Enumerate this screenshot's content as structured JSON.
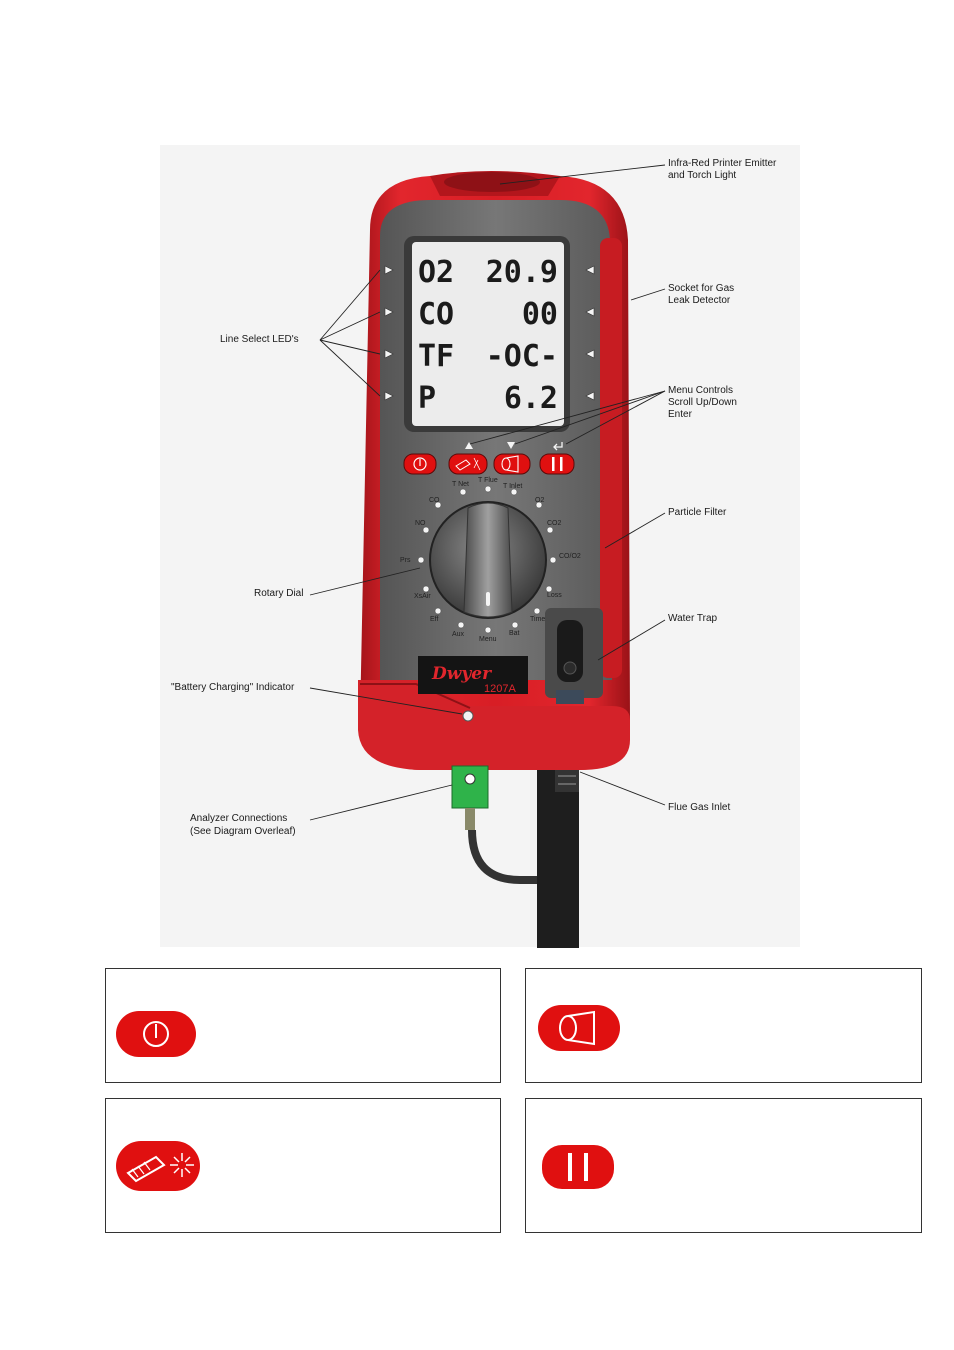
{
  "callouts": {
    "ir_emitter_1": "Infra-Red Printer Emitter",
    "ir_emitter_2": "and Torch Light",
    "gas_leak_1": "Socket for Gas",
    "gas_leak_2": "Leak Detector",
    "line_select": "Line Select LED's",
    "menu_1": "Menu Controls",
    "menu_2": "Scroll Up/Down",
    "menu_3": "Enter",
    "particle_filter": "Particle Filter",
    "rotary_dial": "Rotary Dial",
    "water_trap": "Water Trap",
    "battery": "\"Battery Charging\" Indicator",
    "analyzer_1": "Analyzer Connections",
    "analyzer_2": "(See Diagram Overleaf)",
    "flue_gas": "Flue Gas Inlet"
  },
  "display": {
    "rows": [
      {
        "param": "O2",
        "value": "20.9"
      },
      {
        "param": "CO",
        "value": "00"
      },
      {
        "param": "TF",
        "value": "-OC-"
      },
      {
        "param": "P",
        "value": "6.2"
      }
    ]
  },
  "dial_positions": [
    "T Net",
    "T Flue",
    "T Inlet",
    "O2",
    "CO2",
    "CO/O2",
    "Loss",
    "Time",
    "Bat",
    "Menu",
    "Aux",
    "Eff",
    "XsAir",
    "Prs",
    "NO",
    "CO"
  ],
  "brand": {
    "name": "Dwyer",
    "model": "1207A"
  },
  "colors": {
    "body": "#d81e25",
    "panel": "#6b6b6b",
    "screen": "#e9e9e9",
    "key": "#e01010",
    "connector": "#2fb34a"
  },
  "key_boxes": [
    {
      "icon": "power-icon"
    },
    {
      "icon": "torch-icon"
    },
    {
      "icon": "printer-icon"
    },
    {
      "icon": "pause-icon"
    }
  ]
}
